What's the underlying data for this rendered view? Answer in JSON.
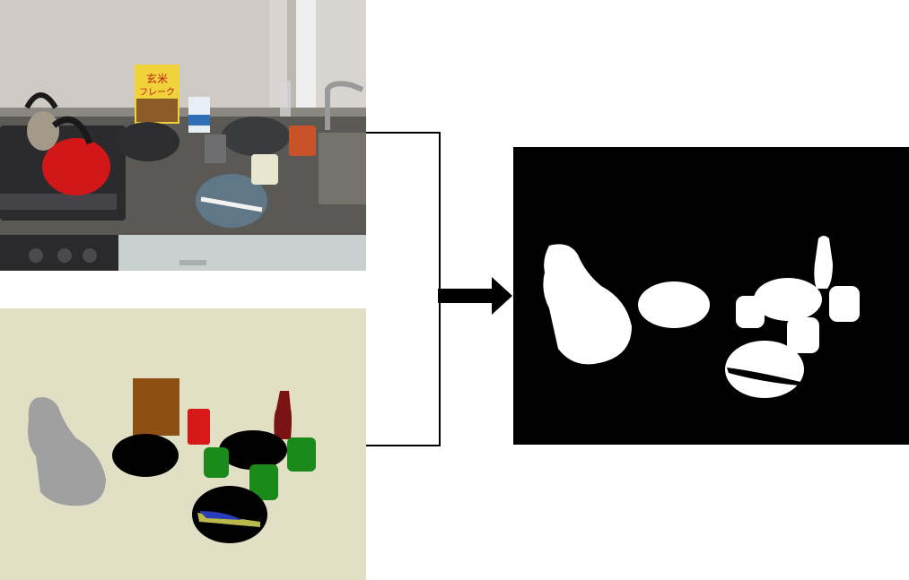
{
  "figure": {
    "panels": [
      {
        "id": "photo",
        "kind": "rgb-kitchen-photo"
      },
      {
        "id": "render",
        "kind": "colored-object-rendering"
      },
      {
        "id": "mask",
        "kind": "binary-object-mask"
      }
    ],
    "arrow": {
      "direction": "right"
    }
  },
  "photo_text": {
    "box_line1": "玄米",
    "box_line2": "フレーク"
  },
  "colors": {
    "render_background": "#e1e0c4",
    "render_kettle": "#a0a0a0",
    "render_box": "#8e4f14",
    "render_cup_red": "#d71818",
    "render_bottle": "#7a1414",
    "render_cups_green": "#1a8a1a",
    "render_plates": "#000000",
    "render_knife_blue": "#2a3cb8",
    "render_knife_yellow": "#b9b84a",
    "mask_background": "#000000",
    "mask_foreground": "#ffffff"
  }
}
